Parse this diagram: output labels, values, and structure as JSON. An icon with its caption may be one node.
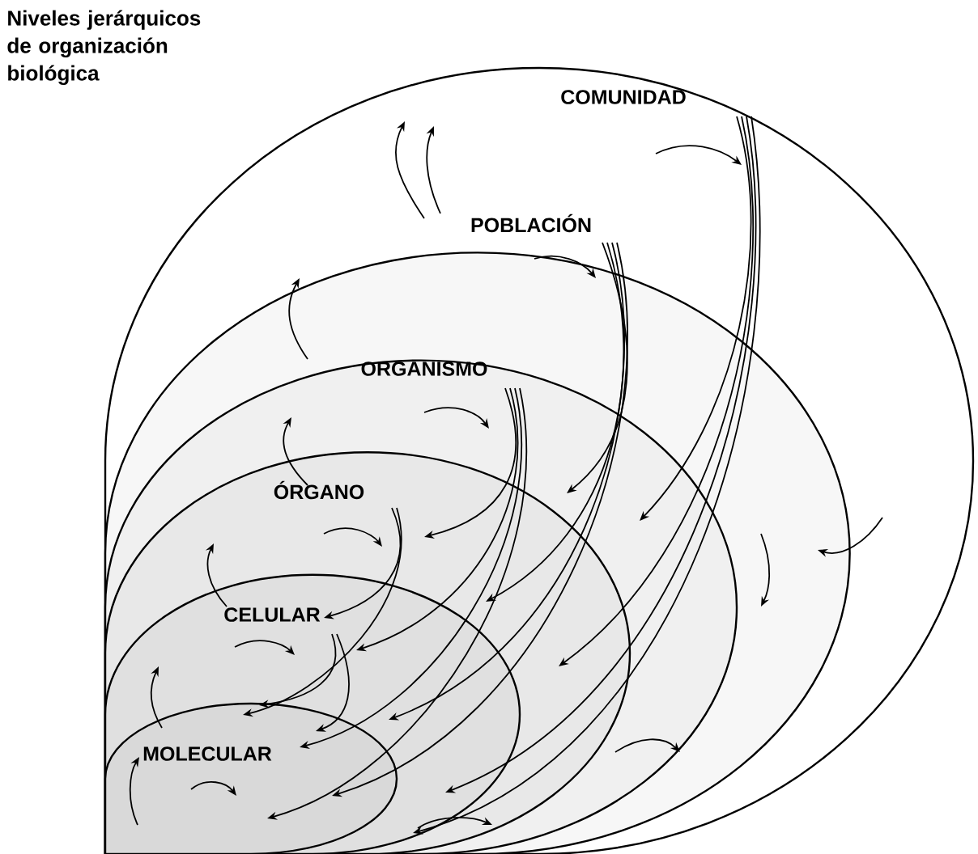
{
  "diagram": {
    "title": "Niveles jerárquicos de organización biológica",
    "nodes": [
      {
        "text": [
          "COMUNIDAD"
        ]
      },
      {
        "text": [
          "POBLACIÓN"
        ],
        "in": 0
      },
      {
        "text": [
          "ORGANISMO"
        ],
        "in": 1
      },
      {
        "text": [
          "ÓRGANO"
        ],
        "in": 2
      },
      {
        "text": [
          "CELULAR"
        ],
        "in": 3
      },
      {
        "text": [
          "MOLECULAR"
        ],
        "in": 4
      }
    ]
  }
}
